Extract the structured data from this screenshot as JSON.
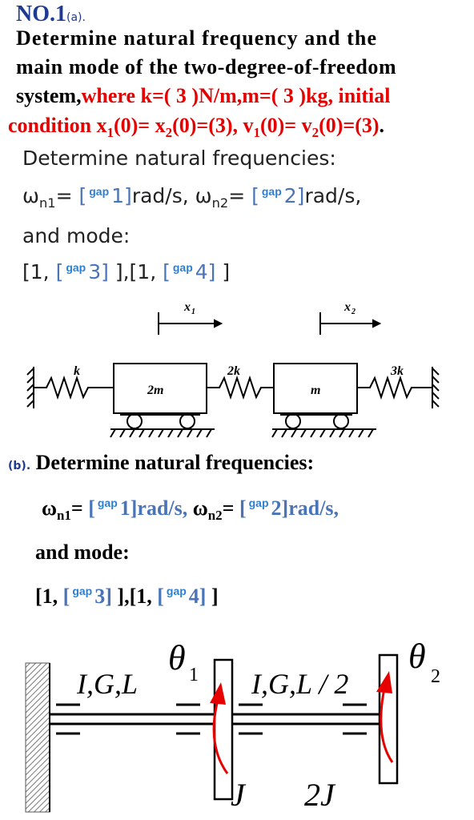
{
  "problem": {
    "number": "NO.1",
    "part_a_tag": "(a).",
    "statement_line1": "Determine natural frequency and the",
    "statement_line2": "main mode of the two-degree-of-freedom",
    "statement_line3_black": "system,",
    "statement_line3_red": "where  k=( 3 )N/m,m=( 3 )kg, initial",
    "statement_line4_red_a": "condition x",
    "statement_line4_red_b": "(0)= x",
    "statement_line4_red_c": "(0)=(3),  v",
    "statement_line4_red_d": "(0)=  v",
    "statement_line4_red_e": "(0)=(3)",
    "statement_line4_end": ".",
    "sub_1": "1",
    "sub_2": "2"
  },
  "part_a": {
    "det_freq": "Determine natural frequencies:",
    "omega_n1_pre": "ω",
    "omega_sub1": "n1",
    "eq": "=",
    "open_br": "[",
    "gap_label": "gap",
    "gap1_num": "1]",
    "unit": "rad/s, ",
    "omega_sub2": "n2",
    "gap2_num": "2]",
    "unit2": "rad/s,",
    "and_mode": "and mode:",
    "mode_start": "[1,",
    "gap3_num": "3]",
    "mode_mid": "],[1,",
    "gap4_num": "4]",
    "mode_end": "]"
  },
  "figure_a": {
    "x1": "x",
    "x1_sub": "1",
    "x2": "x",
    "x2_sub": "2",
    "k": "k",
    "k2": "2k",
    "k3": "3k",
    "mass1": "2m",
    "mass2": "m"
  },
  "part_b": {
    "tag": "(b).",
    "det_freq": "Determine natural frequencies:",
    "and_mode": "and mode:"
  },
  "figure_b": {
    "theta1": "θ",
    "theta1_sub": "1",
    "theta2": "θ",
    "theta2_sub": "2",
    "shaft1_label": "I,G,L",
    "shaft2_label": "I,G,L / 2",
    "disk1_label": "J",
    "disk2_label": "2J"
  },
  "colors": {
    "red": "#e60000",
    "blue_bracket": "#4a74b8",
    "gap": "#2f7fd0",
    "title": "#1f3a93"
  }
}
